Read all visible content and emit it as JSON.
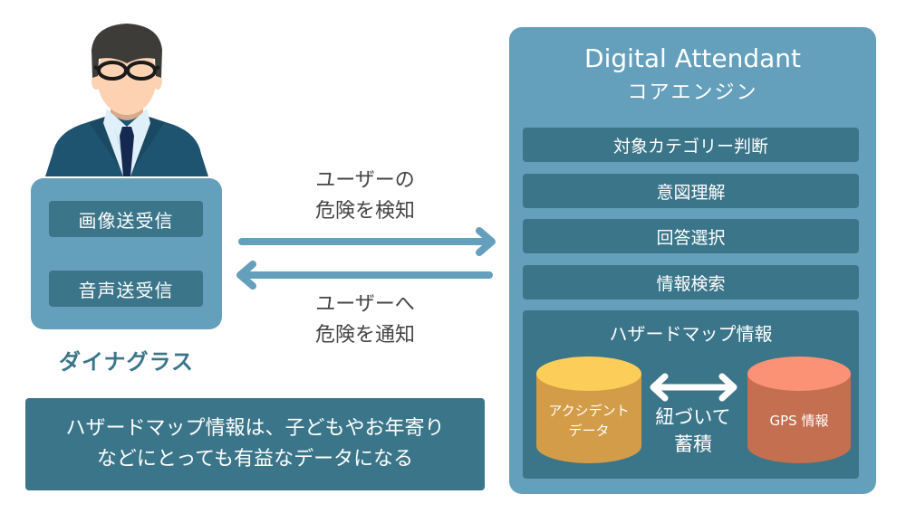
{
  "colors": {
    "panel_light": "#649fbb",
    "panel_dark": "#3b7589",
    "arrow": "#649fbb",
    "text_dark": "#444444",
    "cylinder_accident_top": "#fdcd59",
    "cylinder_accident_body": "#d39c48",
    "cylinder_gps_top": "#fb9175",
    "cylinder_gps_body": "#c46f50"
  },
  "device": {
    "buttons": [
      "画像送受信",
      "音声送受信"
    ],
    "label": "ダイナグラス"
  },
  "flows": {
    "to_engine": {
      "line1": "ユーザーの",
      "line2": "危険を検知"
    },
    "to_user": {
      "line1": "ユーザーへ",
      "line2": "危険を通知"
    }
  },
  "engine": {
    "title": "Digital Attendant",
    "subtitle": "コアエンジン",
    "rows": [
      "対象カテゴリー判断",
      "意図理解",
      "回答選択",
      "情報検索"
    ],
    "hazard": {
      "title": "ハザードマップ情報",
      "left_cylinder": {
        "line1": "アクシデント",
        "line2": "データ"
      },
      "right_cylinder": {
        "label": "GPS 情報"
      },
      "link": {
        "line1": "紐づいて",
        "line2": "蓄積"
      }
    }
  },
  "note": {
    "line1": "ハザードマップ情報は、子どもやお年寄り",
    "line2": "などにとっても有益なデータになる"
  }
}
